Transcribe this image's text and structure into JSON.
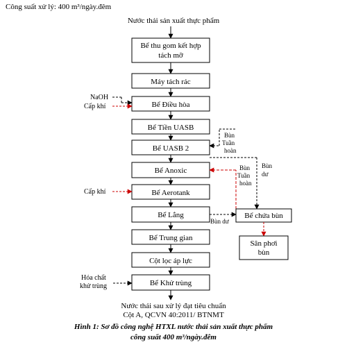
{
  "header_text": "Công suất xử lý: 400 m³/ngày.đêm",
  "input_label": "Nước thải sản xuất thực phẩm",
  "process": [
    {
      "id": "b1",
      "lines": [
        "Bể thu gom kết hợp",
        "tách mỡ"
      ]
    },
    {
      "id": "b2",
      "lines": [
        "Máy tách rác"
      ]
    },
    {
      "id": "b3",
      "lines": [
        "Bể Điều hòa"
      ]
    },
    {
      "id": "b4",
      "lines": [
        "Bể Tiền UASB"
      ]
    },
    {
      "id": "b5",
      "lines": [
        "Bể UASB 2"
      ]
    },
    {
      "id": "b6",
      "lines": [
        "Bể Anoxic"
      ]
    },
    {
      "id": "b7",
      "lines": [
        "Bể Aerotank"
      ]
    },
    {
      "id": "b8",
      "lines": [
        "Bể Lắng"
      ]
    },
    {
      "id": "b9",
      "lines": [
        "Bể Trung gian"
      ]
    },
    {
      "id": "b10",
      "lines": [
        "Cột lọc áp lực"
      ]
    },
    {
      "id": "b11",
      "lines": [
        "Bể Khử trùng"
      ]
    }
  ],
  "sludge_boxes": [
    {
      "id": "s1",
      "lines": [
        "Bể chứa bùn"
      ]
    },
    {
      "id": "s2",
      "lines": [
        "Sân phơi",
        "bùn"
      ]
    }
  ],
  "side_inputs": {
    "naoh": "NaOH",
    "cap_khi_1": "Cấp khí",
    "cap_khi_2": "Cấp khí",
    "hoa_chat": [
      "Hóa chất",
      "khử trùng"
    ]
  },
  "flow_labels": {
    "bun_tuan_hoan_1": [
      "Bùn",
      "Tuần",
      "hoàn"
    ],
    "bun_du_1": [
      "Bùn",
      "dư"
    ],
    "bun_tuan_hoan_2": [
      "Bùn",
      "Tuần",
      "hoàn"
    ],
    "bun_du_2": "Bùn dư"
  },
  "output_label": [
    "Nước thải sau xử lý đạt tiêu chuẩn",
    "Cột A, QCVN 40:2011/ BTNMT"
  ],
  "caption": [
    "Hình 1: Sơ đồ công nghệ HTXL nước thải sản xuất thực phẩm",
    "công suất 400 m³/ngày.đêm"
  ],
  "colors": {
    "dashed_arrow": "#cc0000",
    "line": "#000000"
  }
}
